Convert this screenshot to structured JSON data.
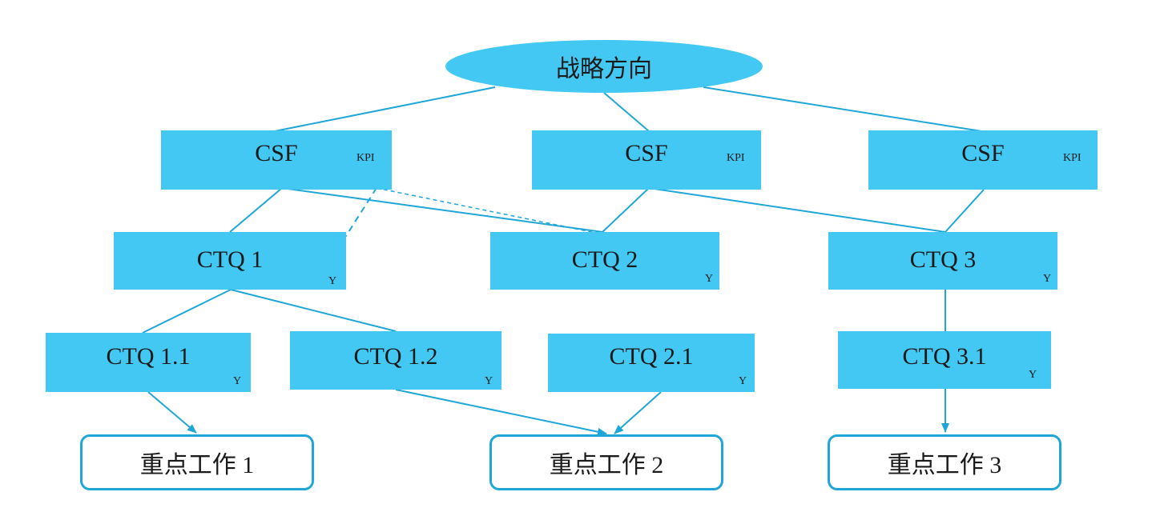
{
  "diagram": {
    "root": {
      "label": "战略方向"
    },
    "csf": [
      {
        "label": "CSF",
        "tag": "KPI"
      },
      {
        "label": "CSF",
        "tag": "KPI"
      },
      {
        "label": "CSF",
        "tag": "KPI"
      }
    ],
    "ctq": [
      {
        "label": "CTQ 1",
        "tag": "Y"
      },
      {
        "label": "CTQ 2",
        "tag": "Y"
      },
      {
        "label": "CTQ 3",
        "tag": "Y"
      }
    ],
    "sub_ctq": [
      {
        "label": "CTQ 1.1",
        "tag": "Y"
      },
      {
        "label": "CTQ 1.2",
        "tag": "Y"
      },
      {
        "label": "CTQ 2.1",
        "tag": "Y"
      },
      {
        "label": "CTQ 3.1",
        "tag": "Y"
      }
    ],
    "work": [
      {
        "label": "重点工作 1"
      },
      {
        "label": "重点工作 2"
      },
      {
        "label": "重点工作 3"
      }
    ],
    "colors": {
      "fill": "#43c8f3",
      "line": "#1fa6d8",
      "text": "#1a1a1a"
    }
  }
}
